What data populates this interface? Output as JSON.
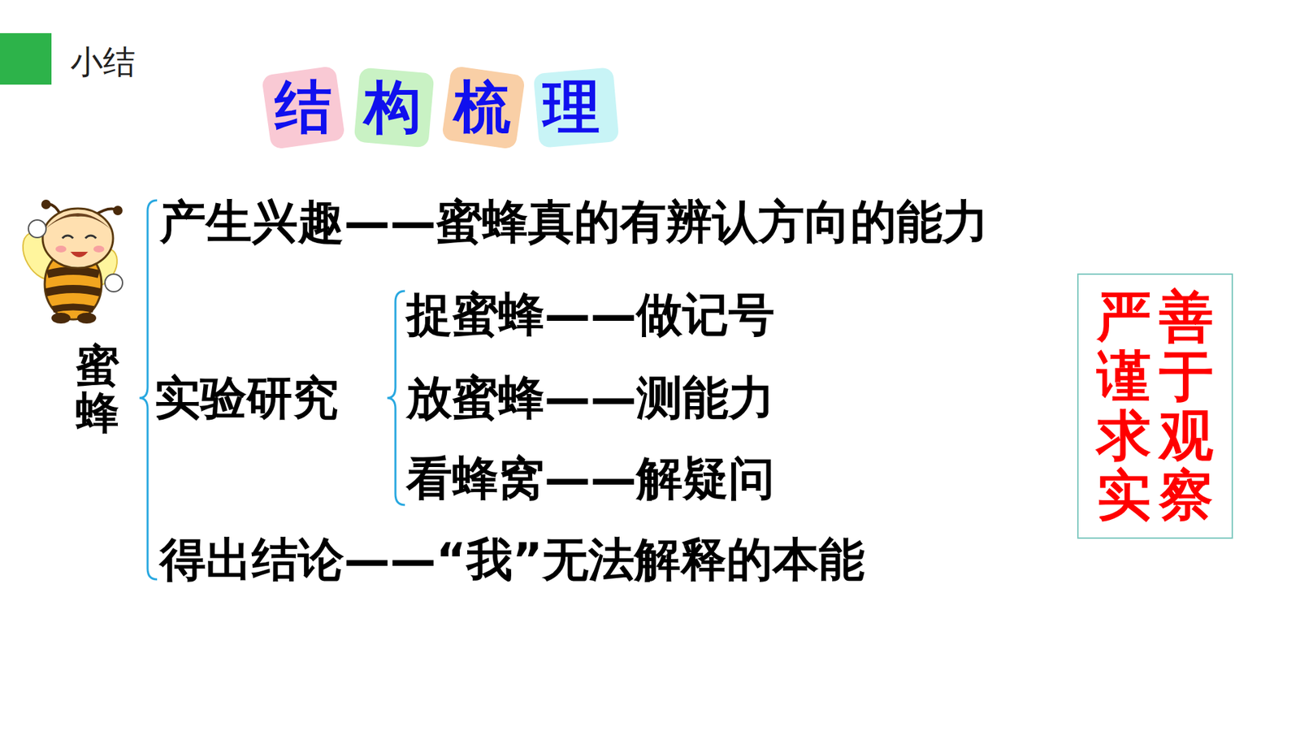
{
  "diagram": {
    "title": "小结",
    "nodes": [
      {
        "text": [
          "善于观察",
          "严谨求实"
        ]
      }
    ],
    "labels": [
      "结构梳理",
      "蜜蜂",
      "产生兴趣——蜜蜂真的有辨认方向的能力",
      "实验研究",
      "捉蜜蜂——做记号",
      "放蜜蜂——测能力",
      "看蜂窝——解疑问",
      "得出结论——“我”无法解释的本能"
    ]
  }
}
